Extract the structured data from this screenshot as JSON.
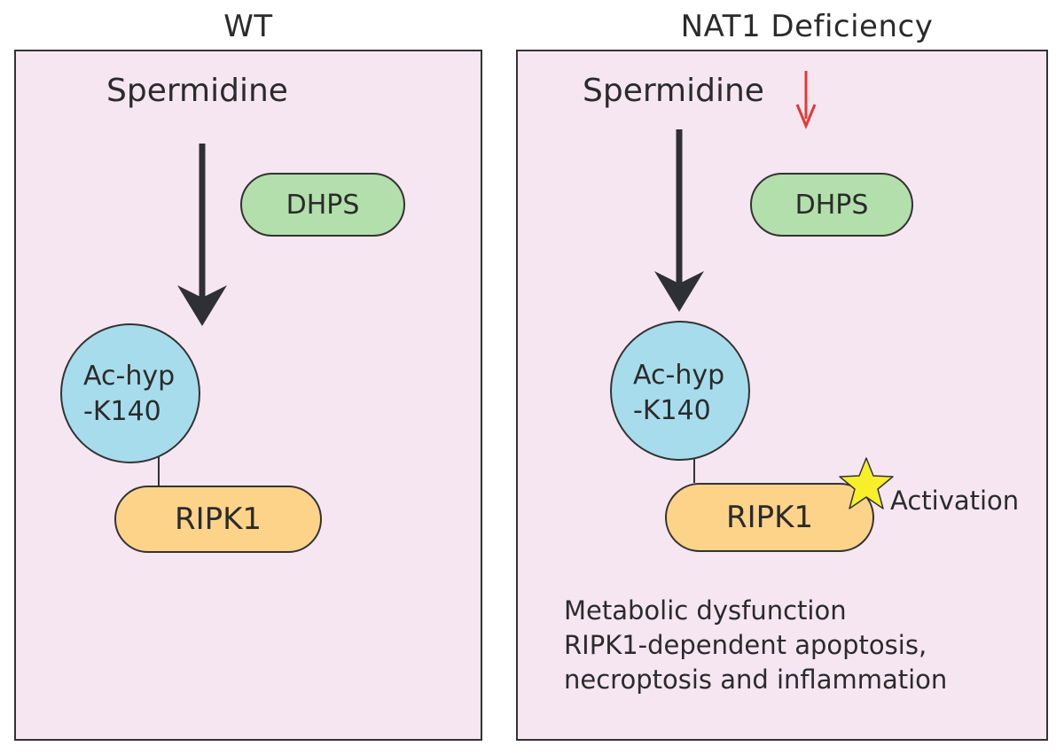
{
  "panels": {
    "wt": {
      "title": "WT",
      "metabolite": "Spermidine",
      "enzyme": "DHPS",
      "modification": {
        "line1": "Ac-hyp",
        "line2": "-K140"
      },
      "kinase": "RIPK1"
    },
    "nat1": {
      "title": "NAT1 Deficiency",
      "metabolite": "Spermidine",
      "metabolite_change": "decreased",
      "enzyme": "DHPS",
      "modification": {
        "line1": "Ac-hyp",
        "line2": "-K140"
      },
      "kinase": "RIPK1",
      "activation_label": "Activation",
      "outcome": {
        "line1": "Metabolic dysfunction",
        "line2": "RIPK1-dependent apoptosis,",
        "line3": "necroptosis and inflammation"
      }
    }
  },
  "colors": {
    "panel_bg": "#f5e6f2",
    "dhps": "#b3dfac",
    "modification": "#a6dcec",
    "kinase": "#fdd38a",
    "decrease_arrow": "#e53935",
    "activation_star": "#f7ef2a",
    "pathway_arrow": "#2f3035"
  }
}
